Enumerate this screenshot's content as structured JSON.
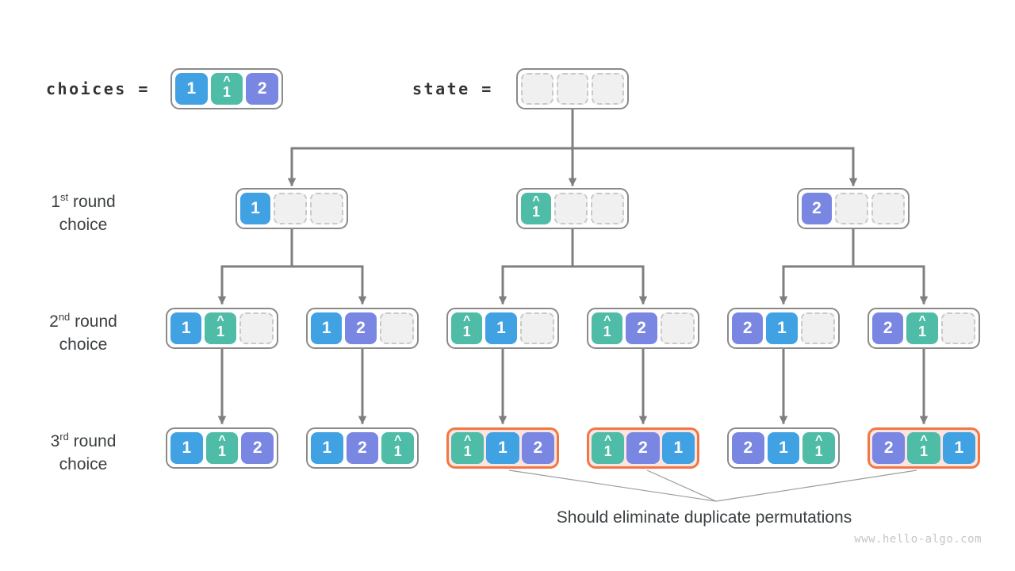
{
  "title_row": {
    "choices_label": "choices =",
    "state_label": "state ="
  },
  "row_labels": [
    {
      "num": "1",
      "ord": "st",
      "rest": " round",
      "line2": "choice"
    },
    {
      "num": "2",
      "ord": "nd",
      "rest": " round",
      "line2": "choice"
    },
    {
      "num": "3",
      "ord": "rd",
      "rest": " round",
      "line2": "choice"
    }
  ],
  "boxes": {
    "choices": {
      "cells": [
        {
          "v": "1",
          "c": "blue"
        },
        {
          "v": "1",
          "c": "teal",
          "hat": true
        },
        {
          "v": "2",
          "c": "purple"
        }
      ]
    },
    "state": {
      "cells": [
        null,
        null,
        null
      ]
    },
    "r1": [
      {
        "cells": [
          {
            "v": "1",
            "c": "blue"
          },
          null,
          null
        ]
      },
      {
        "cells": [
          {
            "v": "1",
            "c": "teal",
            "hat": true
          },
          null,
          null
        ]
      },
      {
        "cells": [
          {
            "v": "2",
            "c": "purple"
          },
          null,
          null
        ]
      }
    ],
    "r2": [
      {
        "cells": [
          {
            "v": "1",
            "c": "blue"
          },
          {
            "v": "1",
            "c": "teal",
            "hat": true
          },
          null
        ]
      },
      {
        "cells": [
          {
            "v": "1",
            "c": "blue"
          },
          {
            "v": "2",
            "c": "purple"
          },
          null
        ]
      },
      {
        "cells": [
          {
            "v": "1",
            "c": "teal",
            "hat": true
          },
          {
            "v": "1",
            "c": "blue"
          },
          null
        ]
      },
      {
        "cells": [
          {
            "v": "1",
            "c": "teal",
            "hat": true
          },
          {
            "v": "2",
            "c": "purple"
          },
          null
        ]
      },
      {
        "cells": [
          {
            "v": "2",
            "c": "purple"
          },
          {
            "v": "1",
            "c": "blue"
          },
          null
        ]
      },
      {
        "cells": [
          {
            "v": "2",
            "c": "purple"
          },
          {
            "v": "1",
            "c": "teal",
            "hat": true
          },
          null
        ]
      }
    ],
    "r3": [
      {
        "cells": [
          {
            "v": "1",
            "c": "blue"
          },
          {
            "v": "1",
            "c": "teal",
            "hat": true
          },
          {
            "v": "2",
            "c": "purple"
          }
        ]
      },
      {
        "cells": [
          {
            "v": "1",
            "c": "blue"
          },
          {
            "v": "2",
            "c": "purple"
          },
          {
            "v": "1",
            "c": "teal",
            "hat": true
          }
        ]
      },
      {
        "cells": [
          {
            "v": "1",
            "c": "teal",
            "hat": true
          },
          {
            "v": "1",
            "c": "blue"
          },
          {
            "v": "2",
            "c": "purple"
          }
        ],
        "highlight": true
      },
      {
        "cells": [
          {
            "v": "1",
            "c": "teal",
            "hat": true
          },
          {
            "v": "2",
            "c": "purple"
          },
          {
            "v": "1",
            "c": "blue"
          }
        ],
        "highlight": true
      },
      {
        "cells": [
          {
            "v": "2",
            "c": "purple"
          },
          {
            "v": "1",
            "c": "blue"
          },
          {
            "v": "1",
            "c": "teal",
            "hat": true
          }
        ]
      },
      {
        "cells": [
          {
            "v": "2",
            "c": "purple"
          },
          {
            "v": "1",
            "c": "teal",
            "hat": true
          },
          {
            "v": "1",
            "c": "blue"
          }
        ],
        "highlight": true
      }
    ]
  },
  "annotation": "Should eliminate duplicate permutations",
  "watermark": "www.hello-algo.com",
  "colors": {
    "blue": "#41A2E3",
    "teal": "#4EBCA6",
    "purple": "#7A87E2",
    "boxBorder": "#8A8A8A",
    "emptyBg": "#F0F0F0",
    "emptyBorder": "#C9C9C9",
    "connector": "#7F7F7F",
    "thinLine": "#9B9B9B",
    "hlBorder": "#F07845",
    "hlBg": "#FBE4E1",
    "text": "#3C4043",
    "watermark": "#C5C5C5"
  }
}
